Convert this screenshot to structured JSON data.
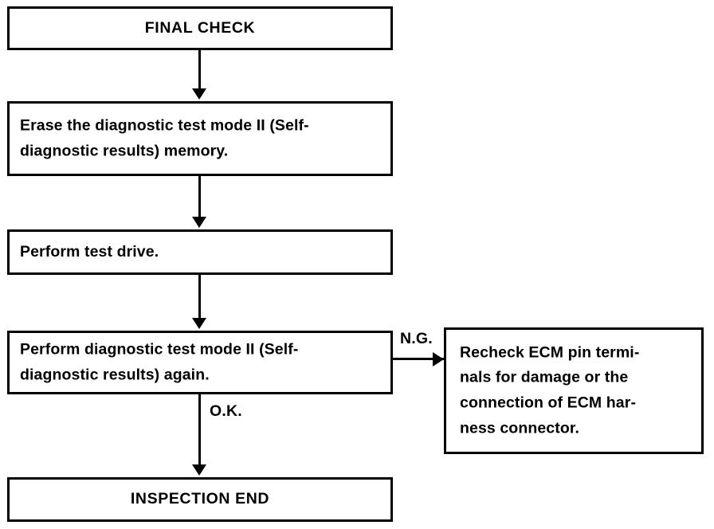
{
  "diagram": {
    "title": "FINAL CHECK",
    "type": "flowchart",
    "nodes": [
      {
        "id": "final-check",
        "text": "FINAL CHECK",
        "align": "center"
      },
      {
        "id": "erase-memory",
        "text": "Erase the diagnostic test mode II (Self-\ndiagnostic results) memory.",
        "align": "left"
      },
      {
        "id": "test-drive",
        "text": "Perform test drive.",
        "align": "left"
      },
      {
        "id": "perform-again",
        "text": "Perform diagnostic test mode II (Self-\ndiagnostic results) again.",
        "align": "left"
      },
      {
        "id": "recheck-ecm",
        "text": "Recheck ECM pin termi-\nnals for damage or the\nconnection of ECM har-\nness connector.",
        "align": "left"
      },
      {
        "id": "inspection-end",
        "text": "INSPECTION END",
        "align": "center"
      }
    ],
    "edge_labels": {
      "ng": "N.G.",
      "ok": "O.K."
    },
    "colors": {
      "stroke": "#000000",
      "background": "#ffffff",
      "text": "#000000"
    }
  }
}
